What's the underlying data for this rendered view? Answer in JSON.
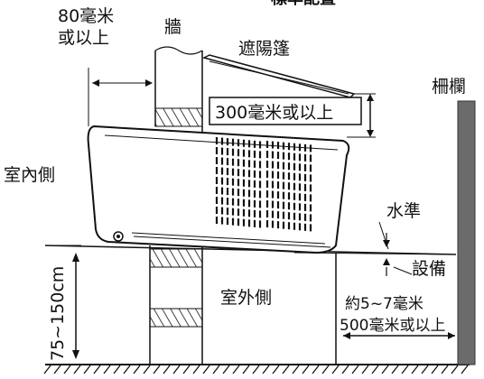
{
  "labels": {
    "top_cut": "標準配置",
    "wall_gap": "80毫米",
    "wall_gap_2": "或以上",
    "wall": "牆",
    "awning": "遮陽篷",
    "awning_gap": "300毫米或以上",
    "fence": "柵欄",
    "indoor": "室內側",
    "level": "水準",
    "equipment": "設備",
    "height_range": "75~150cm",
    "outdoor": "室外側",
    "tilt": "約5~7毫米",
    "fence_gap": "500毫米或以上"
  }
}
